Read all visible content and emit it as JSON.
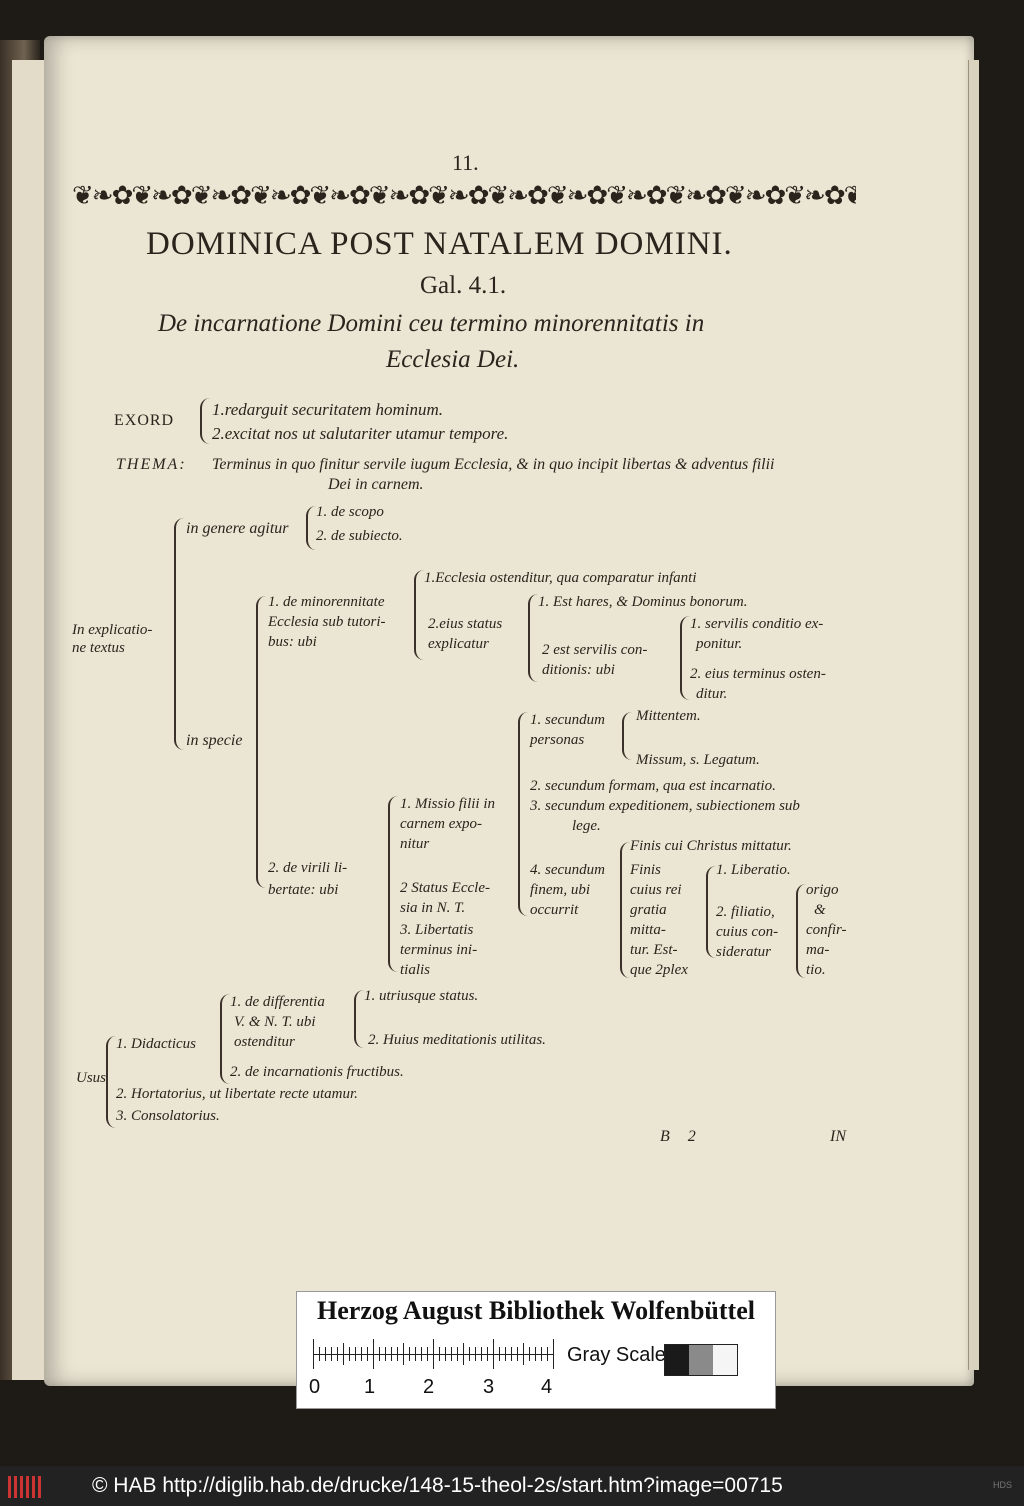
{
  "page": {
    "page_number": "11.",
    "title": "DOMINICA POST NATALEM DOMINI.",
    "reference": "Gal. 4.1.",
    "heading_line1": "De incarnatione Domini ceu termino minorennitatis in",
    "heading_line2": "Ecclesia Dei.",
    "exordium": {
      "label": "EXORD",
      "item1": "1.redarguit securitatem hominum.",
      "item2": "2.excitat nos ut salutariter utamur tempore."
    },
    "thema": {
      "label": "THEMA:",
      "line1": "Terminus in quo finitur servile iugum Ecclesia, & in quo incipit libertas & adventus filii",
      "line2": "Dei in carnem."
    },
    "explicatio": {
      "label_line1": "In explicatio-",
      "label_line2": "ne textus",
      "in_genere": "in genere agitur",
      "in_genere_1": "1. de scopo",
      "in_genere_2": "2. de subiecto.",
      "in_specie": "in specie",
      "minor_l1": "1. de minorennitate",
      "minor_l2": "Ecclesia sub tutori-",
      "minor_l3": "bus: ubi",
      "eccl_ostend": "1.Ecclesia ostenditur, qua comparatur infanti",
      "eius_status_l1": "2.eius status",
      "eius_status_l2": "explicatur",
      "heres": "1. Est hares, & Dominus bonorum.",
      "servilis_l1": "2 est servilis con-",
      "servilis_l2": "ditionis: ubi",
      "serv_cond_l1": "1. servilis conditio ex-",
      "serv_cond_l2": "ponitur.",
      "terminus_l1": "2. eius terminus osten-",
      "terminus_l2": "ditur.",
      "virili_l1": "2. de virili li-",
      "virili_l2": "bertate: ubi",
      "missio_l1": "1. Missio filii in",
      "missio_l2": "carnem expo-",
      "missio_l3": "nitur",
      "status_l1": "2 Status Eccle-",
      "status_l2": "sia in N. T.",
      "libertatis_l1": "3. Libertatis",
      "libertatis_l2": "terminus ini-",
      "libertatis_l3": "tialis",
      "secundum_pers_l1": "1. secundum",
      "secundum_pers_l2": "personas",
      "mittentem": "Mittentem.",
      "missum": "Missum, s. Legatum.",
      "secundum_formam": "2. secundum formam, qua est incarnatio.",
      "secundum_exped_l1": "3. secundum expeditionem, subiectionem sub",
      "secundum_exped_l2": "lege.",
      "finem_l1": "4. secundum",
      "finem_l2": "finem, ubi",
      "finem_l3": "occurrit",
      "finis1": "Finis cui Christus mittatur.",
      "finis2": "Finis",
      "finis_l2": "cuius rei",
      "finis_l3": "gratia",
      "finis_l4": "mitta-",
      "finis_l5": "tur. Est-",
      "finis_l6": "que 2plex",
      "liberatio": "1. Liberatio.",
      "filiatio_l1": "2. filiatio,",
      "filiatio_l2": "cuius con-",
      "filiatio_l3": "sideratur",
      "origo_l1": "origo",
      "origo_l2": "&",
      "origo_l3": "confir-",
      "origo_l4": "ma-",
      "origo_l5": "tio."
    },
    "usus": {
      "label": "Usus",
      "didacticus": "1. Didacticus",
      "diff_l1": "1. de differentia",
      "diff_l2": "V. & N. T. ubi",
      "diff_l3": "ostenditur",
      "utriusque": "1. utriusque status.",
      "huius": "2. Huius meditationis utilitas.",
      "fructibus": "2. de incarnationis fructibus.",
      "hortatorius": "2. Hortatorius, ut libertate recte utamur.",
      "consolatorius": "3. Consolatorius."
    },
    "catchword_sig": "B 2",
    "catchword": "IN"
  },
  "card": {
    "title": "Herzog August Bibliothek Wolfenbüttel",
    "gray_scale": "Gray Scale",
    "ruler_numbers": [
      "0",
      "1",
      "2",
      "3",
      "4"
    ],
    "swatch_colors": [
      "#1a1a1a",
      "#8a8a8a",
      "#f5f5f5"
    ]
  },
  "footer": {
    "text": "© HAB http://diglib.hab.de/drucke/148-15-theol-2s/start.htm?image=00715",
    "mini": "HDS"
  }
}
